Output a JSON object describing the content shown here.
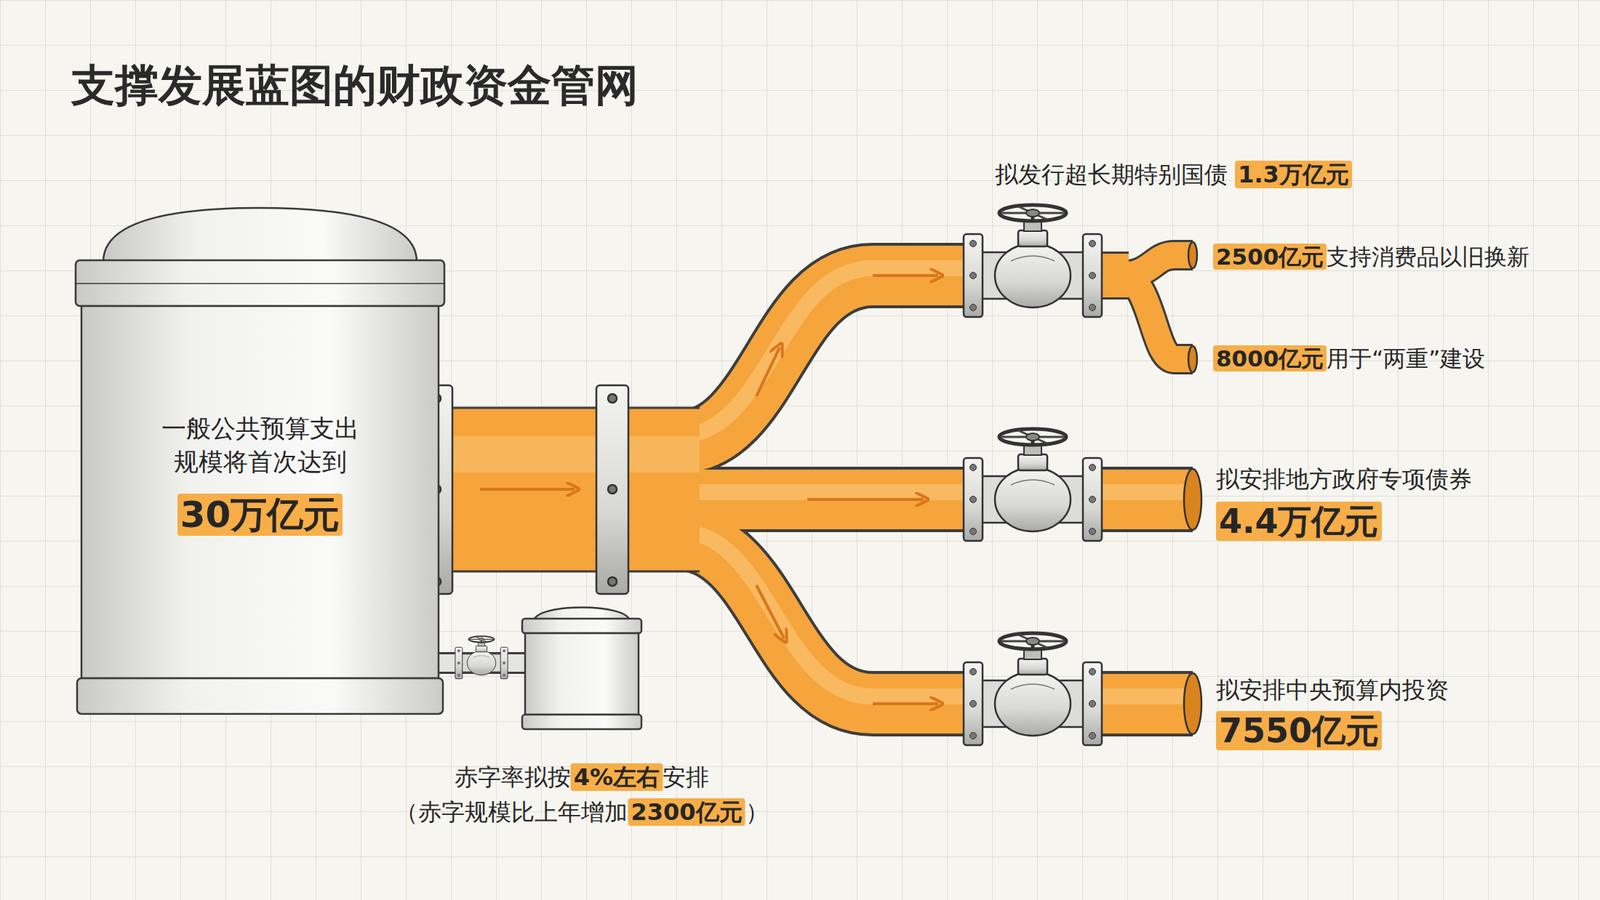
{
  "diagram": {
    "title": "支撑发展蓝图的财政资金管网",
    "nodes": [
      {
        "text": [
          "一般公共预算支出规模将首次达到",
          "30万亿元"
        ]
      },
      {
        "text": [
          "赤字率拟按4%左右安排",
          "（赤字规模比上年增加2300亿元）"
        ]
      }
    ],
    "edges": [
      {
        "from": 1,
        "to": 0,
        "arrow": "none"
      }
    ],
    "labels": [
      "拟发行超长期特别国债 1.3万亿元",
      "2500亿元支持消费品以旧换新",
      "8000亿元用于“两重”建设",
      "拟安排地方政府专项债券",
      "4.4万亿元",
      "拟安排中央预算内投资",
      "7550亿元"
    ]
  }
}
